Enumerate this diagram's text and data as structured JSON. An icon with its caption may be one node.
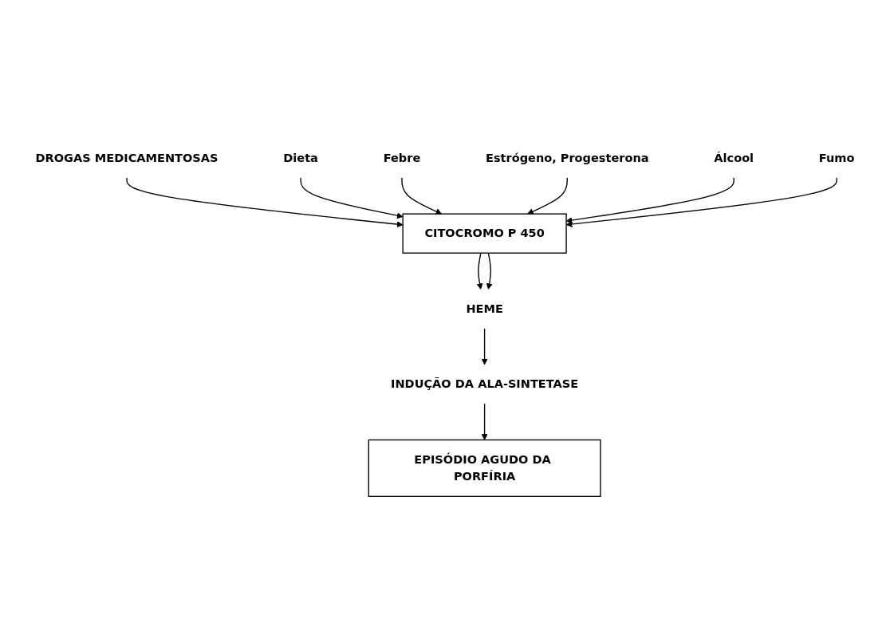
{
  "diagram": {
    "nodes": [
      {
        "text": [
          "DROGAS MEDICAMENTOSAS"
        ]
      },
      {
        "text": [
          "CITOCROMO P 450"
        ]
      },
      {
        "text": [
          "Dieta"
        ]
      },
      {
        "text": [
          "Febre"
        ]
      },
      {
        "text": [
          "Estrógeno, Progesterona"
        ]
      },
      {
        "text": [
          "Álcool"
        ]
      },
      {
        "text": [
          "Fumo"
        ]
      },
      {
        "text": [
          "HEME"
        ]
      },
      {
        "text": [
          "INDUÇÃO DA ALA-SINTETASE"
        ]
      },
      {
        "text": [
          "EPISÓDIO AGUDO DA PORFÍRIA"
        ]
      }
    ],
    "edges": [
      {
        "from": 0,
        "to": 1,
        "arrow": "to"
      },
      {
        "from": 2,
        "to": 1,
        "arrow": "to"
      },
      {
        "from": 3,
        "to": 1,
        "arrow": "to"
      },
      {
        "from": 4,
        "to": 1,
        "arrow": "to"
      },
      {
        "from": 5,
        "to": 1,
        "arrow": "to"
      },
      {
        "from": 6,
        "to": 1,
        "arrow": "to"
      },
      {
        "from": 1,
        "to": 7,
        "arrow": "to"
      },
      {
        "from": 1,
        "to": 7,
        "arrow": "to"
      },
      {
        "from": 7,
        "to": 8,
        "arrow": "to"
      },
      {
        "from": 8,
        "to": 9,
        "arrow": "to"
      }
    ]
  }
}
